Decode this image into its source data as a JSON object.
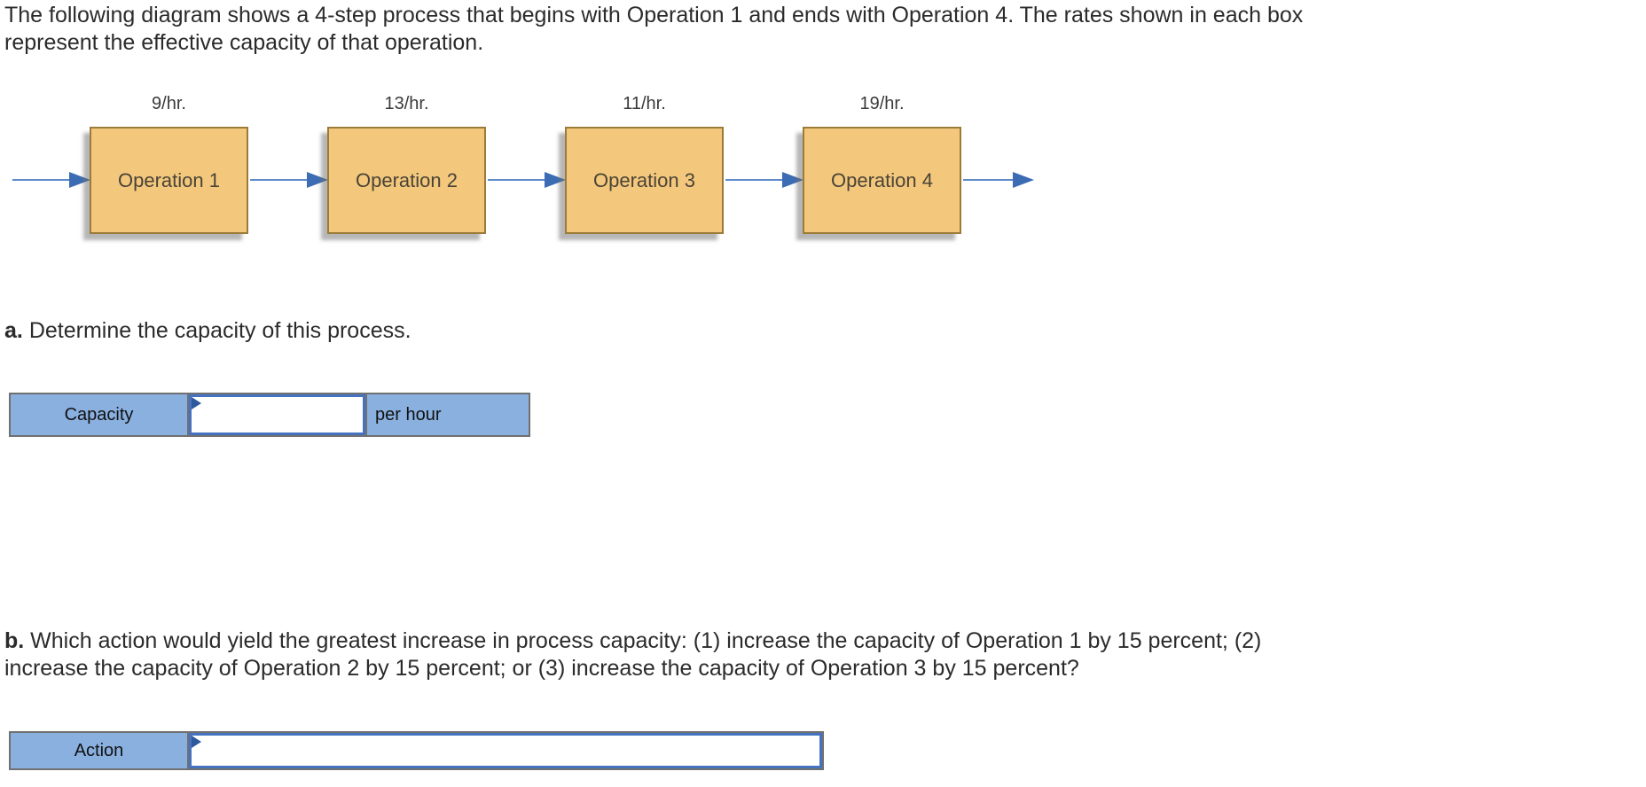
{
  "intro": {
    "line1": "The following diagram shows a 4-step process that begins with Operation 1 and ends with Operation 4. The rates shown in each box",
    "line2": "represent the effective capacity of that operation."
  },
  "diagram": {
    "operations": [
      {
        "label": "Operation 1",
        "rate": "9/hr."
      },
      {
        "label": "Operation 2",
        "rate": "13/hr."
      },
      {
        "label": "Operation 3",
        "rate": "11/hr."
      },
      {
        "label": "Operation 4",
        "rate": "19/hr."
      }
    ],
    "flow": "left-to-right",
    "colors": {
      "box_fill": "#f4c87c",
      "box_border": "#9a7b38",
      "arrow_line": "#5e8bc8",
      "arrow_head": "#3c6cb4"
    }
  },
  "question_a": {
    "label": "a.",
    "text": "Determine the capacity of this process."
  },
  "capacity_row": {
    "label": "Capacity",
    "value": "",
    "suffix": "per hour"
  },
  "question_b": {
    "label": "b.",
    "line1": "Which action would yield the greatest increase in process capacity: (1) increase the capacity of Operation 1 by 15 percent; (2)",
    "line2": "increase the capacity of Operation 2 by 15 percent; or (3) increase the capacity of Operation 3 by 15 percent?"
  },
  "action_row": {
    "label": "Action",
    "value": ""
  },
  "ui_colors": {
    "table_row_blue": "#8ab0e0",
    "table_border_grey": "#707070",
    "input_border_blue": "#4673c0",
    "corner_marker_navy": "#2d5a9e"
  }
}
